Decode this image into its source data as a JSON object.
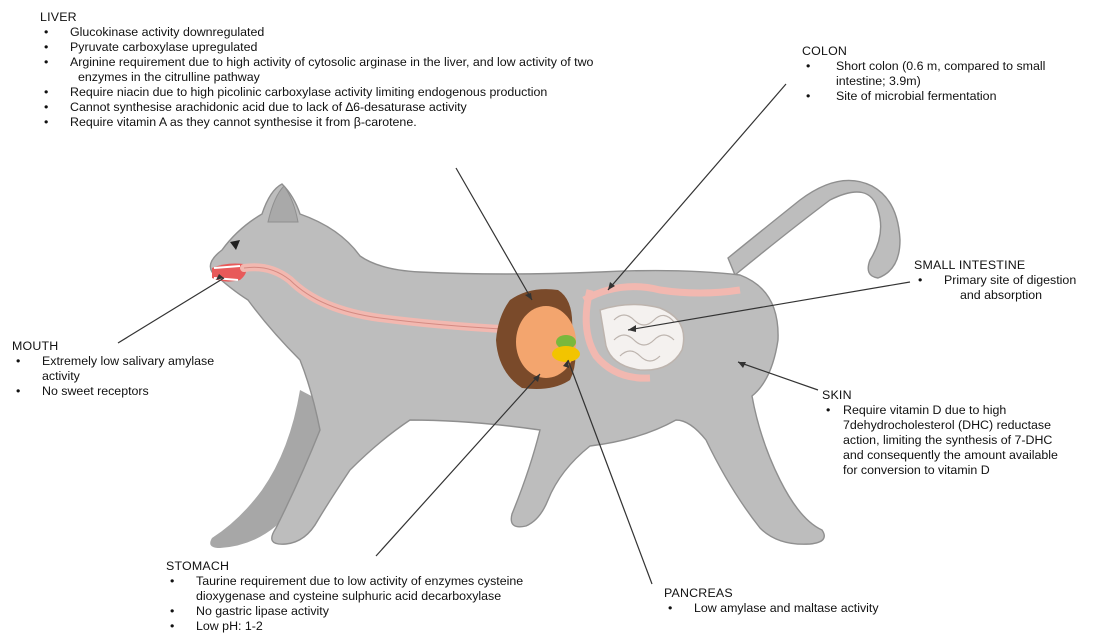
{
  "liver": {
    "title": "LIVER",
    "items": [
      "Glucokinase activity downregulated",
      "Pyruvate carboxylase upregulated",
      "Arginine requirement due to high activity of cytosolic arginase in the liver, and low activity of two",
      "enzymes in the citrulline pathway",
      "Require niacin due to high picolinic carboxylase activity limiting endogenous production",
      "Cannot synthesise arachidonic acid due to lack of ∆6-desaturase activity",
      "Require vitamin A as they cannot synthesise it from β-carotene."
    ]
  },
  "colon": {
    "title": "COLON",
    "items": [
      "Short colon (0.6 m, compared to small",
      "intestine; 3.9m)",
      "Site of microbial fermentation"
    ]
  },
  "small_intestine": {
    "title": "SMALL INTESTINE",
    "items": [
      "Primary site of digestion",
      "and absorption"
    ]
  },
  "mouth": {
    "title": "MOUTH",
    "items": [
      "Extremely low salivary amylase",
      "activity",
      "No sweet receptors"
    ]
  },
  "skin": {
    "title": "SKIN",
    "items": [
      "Require vitamin D due to high",
      "7dehydrocholesterol (DHC) reductase",
      "action, limiting the synthesis of 7-DHC",
      "and consequently the amount available",
      "for conversion to vitamin D"
    ]
  },
  "stomach": {
    "title": "STOMACH",
    "items": [
      "Taurine requirement due to low activity of enzymes cysteine",
      "dioxygenase and cysteine sulphuric acid decarboxylase",
      "No gastric lipase activity",
      "Low pH: 1-2"
    ]
  },
  "pancreas": {
    "title": "PANCREAS",
    "items": [
      "Low amylase and maltase activity"
    ]
  },
  "colors": {
    "cat_body": "#bdbdbd",
    "cat_outline": "#8f8f8f",
    "gut_tube": "#f2b8b0",
    "liver": "#7a4a2a",
    "stomach": "#f3a56e",
    "gallbladder": "#7ab83c",
    "pancreas": "#f2c400",
    "intestine": "#f4f1ef",
    "leader_line": "#333333"
  }
}
